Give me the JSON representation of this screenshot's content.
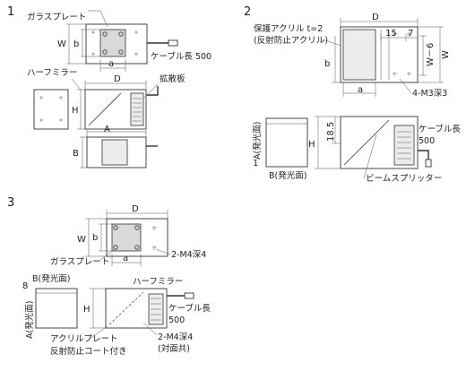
{
  "diagrams": [
    {
      "number": "1",
      "labels": {
        "glass_plate": "ガラスプレート",
        "cable_length": "ケーブル長 500",
        "half_mirror": "ハーフミラー",
        "diffuser": "拡散板"
      },
      "dimensions": {
        "w": "W",
        "b": "b",
        "a": "a",
        "d": "D",
        "h": "H",
        "a_upper": "A",
        "b_upper": "B"
      }
    },
    {
      "number": "2",
      "labels": {
        "protective_acrylic": "保護アクリル t=2",
        "anti_reflection_acrylic": "(反射防止アクリル)",
        "tapped_holes": "4-M3深3",
        "cable_length": "ケーブル長",
        "cable_length_value": "500",
        "beam_splitter": "ビームスプリッター",
        "emitting_a": "A(発光面)",
        "emitting_b": "B(発光面)"
      },
      "dimensions": {
        "d": "D",
        "d15": "15",
        "d7": "7",
        "b": "b",
        "w_minus_6": "W－6",
        "w": "W",
        "a": "a",
        "h": "H",
        "h18_5": "18.5",
        "one": "1"
      }
    },
    {
      "number": "3",
      "labels": {
        "glass_plate": "ガラスプレート",
        "tapped_holes": "2-M4深4",
        "emitting_b": "B(発光面)",
        "emitting_a": "A(発光面)",
        "half_mirror": "ハーフミラー",
        "cable_length": "ケーブル長",
        "cable_length_value": "500",
        "tapped_holes_2": "2-M4深4",
        "both_sides": "(対面共)",
        "acrylic_plate": "アクリルプレート",
        "anti_reflection_coat": "反射防止コート付き"
      },
      "dimensions": {
        "d": "D",
        "w": "W",
        "b": "b",
        "a": "a",
        "eight": "8",
        "h": "H"
      }
    }
  ]
}
